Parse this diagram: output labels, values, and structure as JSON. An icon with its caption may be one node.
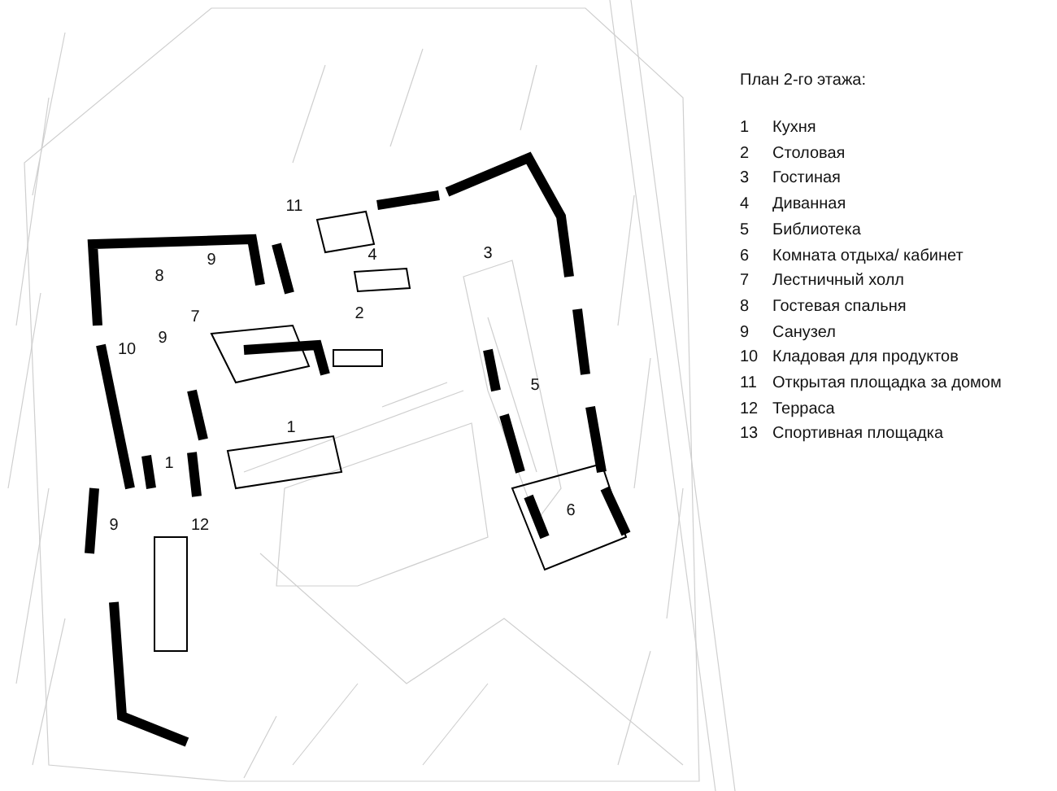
{
  "diagram": {
    "title": "План 2-го этажа:",
    "labels": [
      "11",
      "4",
      "3",
      "9",
      "8",
      "7",
      "2",
      "9",
      "10",
      "5",
      "1",
      "1",
      "6",
      "9",
      "12",
      "1",
      "Кухня",
      "2",
      "Столовая",
      "3",
      "Гостиная",
      "4",
      "Диванная",
      "5",
      "Библиотека",
      "6",
      "Комната отдыха/ кабинет",
      "7",
      "Лестничный холл",
      "8",
      "Гостевая спальня",
      "9",
      "Санузел",
      "10",
      "Кладовая для продуктов",
      "11",
      "Открытая площадка за домом",
      "12",
      "Терраса",
      "13",
      "Спортивная площадка"
    ]
  }
}
